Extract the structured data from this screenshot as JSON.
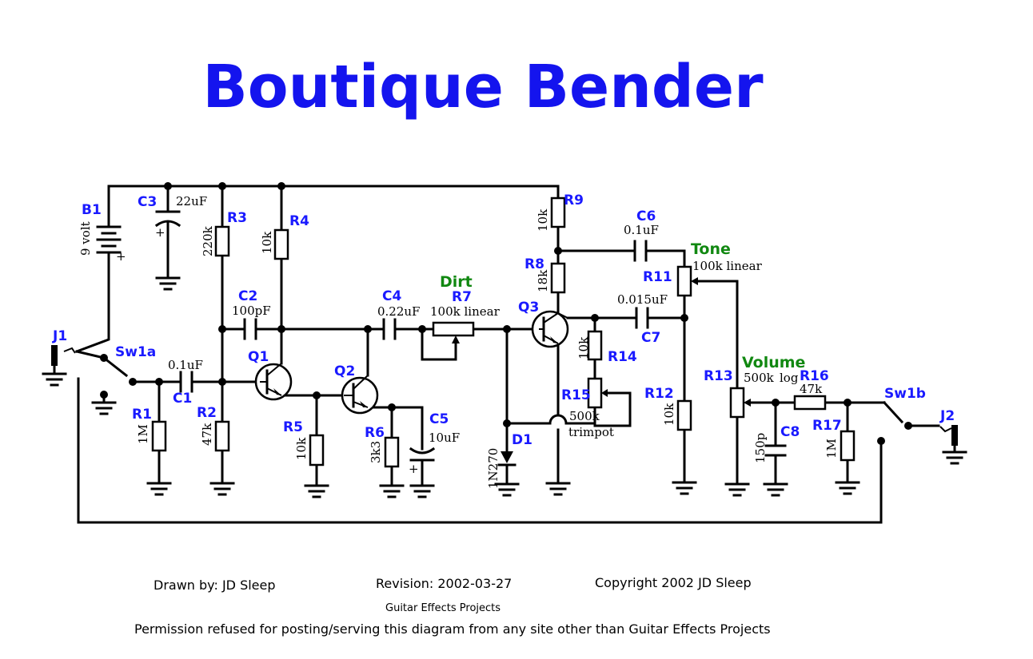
{
  "title": "Boutique Bender",
  "components": {
    "B1": {
      "ref": "B1",
      "value": "9 volt"
    },
    "C3": {
      "ref": "C3",
      "value": "22uF"
    },
    "R3": {
      "ref": "R3",
      "value": "220k"
    },
    "R4": {
      "ref": "R4",
      "value": "10k"
    },
    "C2": {
      "ref": "C2",
      "value": "100pF"
    },
    "C4": {
      "ref": "C4",
      "value": "0.22uF"
    },
    "R7": {
      "ref": "R7",
      "value": "100k linear",
      "label": "Dirt"
    },
    "Q1": {
      "ref": "Q1"
    },
    "Q2": {
      "ref": "Q2"
    },
    "Q3": {
      "ref": "Q3"
    },
    "J1": {
      "ref": "J1"
    },
    "J2": {
      "ref": "J2"
    },
    "Sw1a": {
      "ref": "Sw1a"
    },
    "Sw1b": {
      "ref": "Sw1b"
    },
    "C1": {
      "ref": "C1",
      "value": "0.1uF"
    },
    "R1": {
      "ref": "R1",
      "value": "1M"
    },
    "R2": {
      "ref": "R2",
      "value": "47k"
    },
    "R5": {
      "ref": "R5",
      "value": "10k"
    },
    "R6": {
      "ref": "R6",
      "value": "3k3"
    },
    "C5": {
      "ref": "C5",
      "value": "10uF"
    },
    "D1": {
      "ref": "D1",
      "value": "1N270"
    },
    "R9": {
      "ref": "R9",
      "value": "10k"
    },
    "R8": {
      "ref": "R8",
      "value": "18k"
    },
    "C6": {
      "ref": "C6",
      "value": "0.1uF"
    },
    "C7": {
      "ref": "C7",
      "value": "0.015uF"
    },
    "R11": {
      "ref": "R11",
      "value": "100k linear",
      "label": "Tone"
    },
    "R14": {
      "ref": "R14",
      "value": "10k"
    },
    "R15": {
      "ref": "R15",
      "value": "500k",
      "value2": "trimpot"
    },
    "R12": {
      "ref": "R12",
      "value": "10k"
    },
    "R13": {
      "ref": "R13",
      "value": "500k",
      "value2": "log",
      "label": "Volume"
    },
    "R16": {
      "ref": "R16",
      "value": "47k"
    },
    "C8": {
      "ref": "C8",
      "value": "150p"
    },
    "R17": {
      "ref": "R17",
      "value": "1M"
    }
  },
  "footer": {
    "drawn_by": "Drawn by: JD Sleep",
    "revision": "Revision:  2002-03-27",
    "copyright": "Copyright 2002 JD Sleep",
    "site": "Guitar Effects Projects",
    "permission": "Permission refused for posting/serving this diagram from any site other than Guitar Effects Projects"
  },
  "colors": {
    "title": "#1414ee",
    "ref": "#1a1aff",
    "control_label": "#118811",
    "ink": "#000000"
  }
}
